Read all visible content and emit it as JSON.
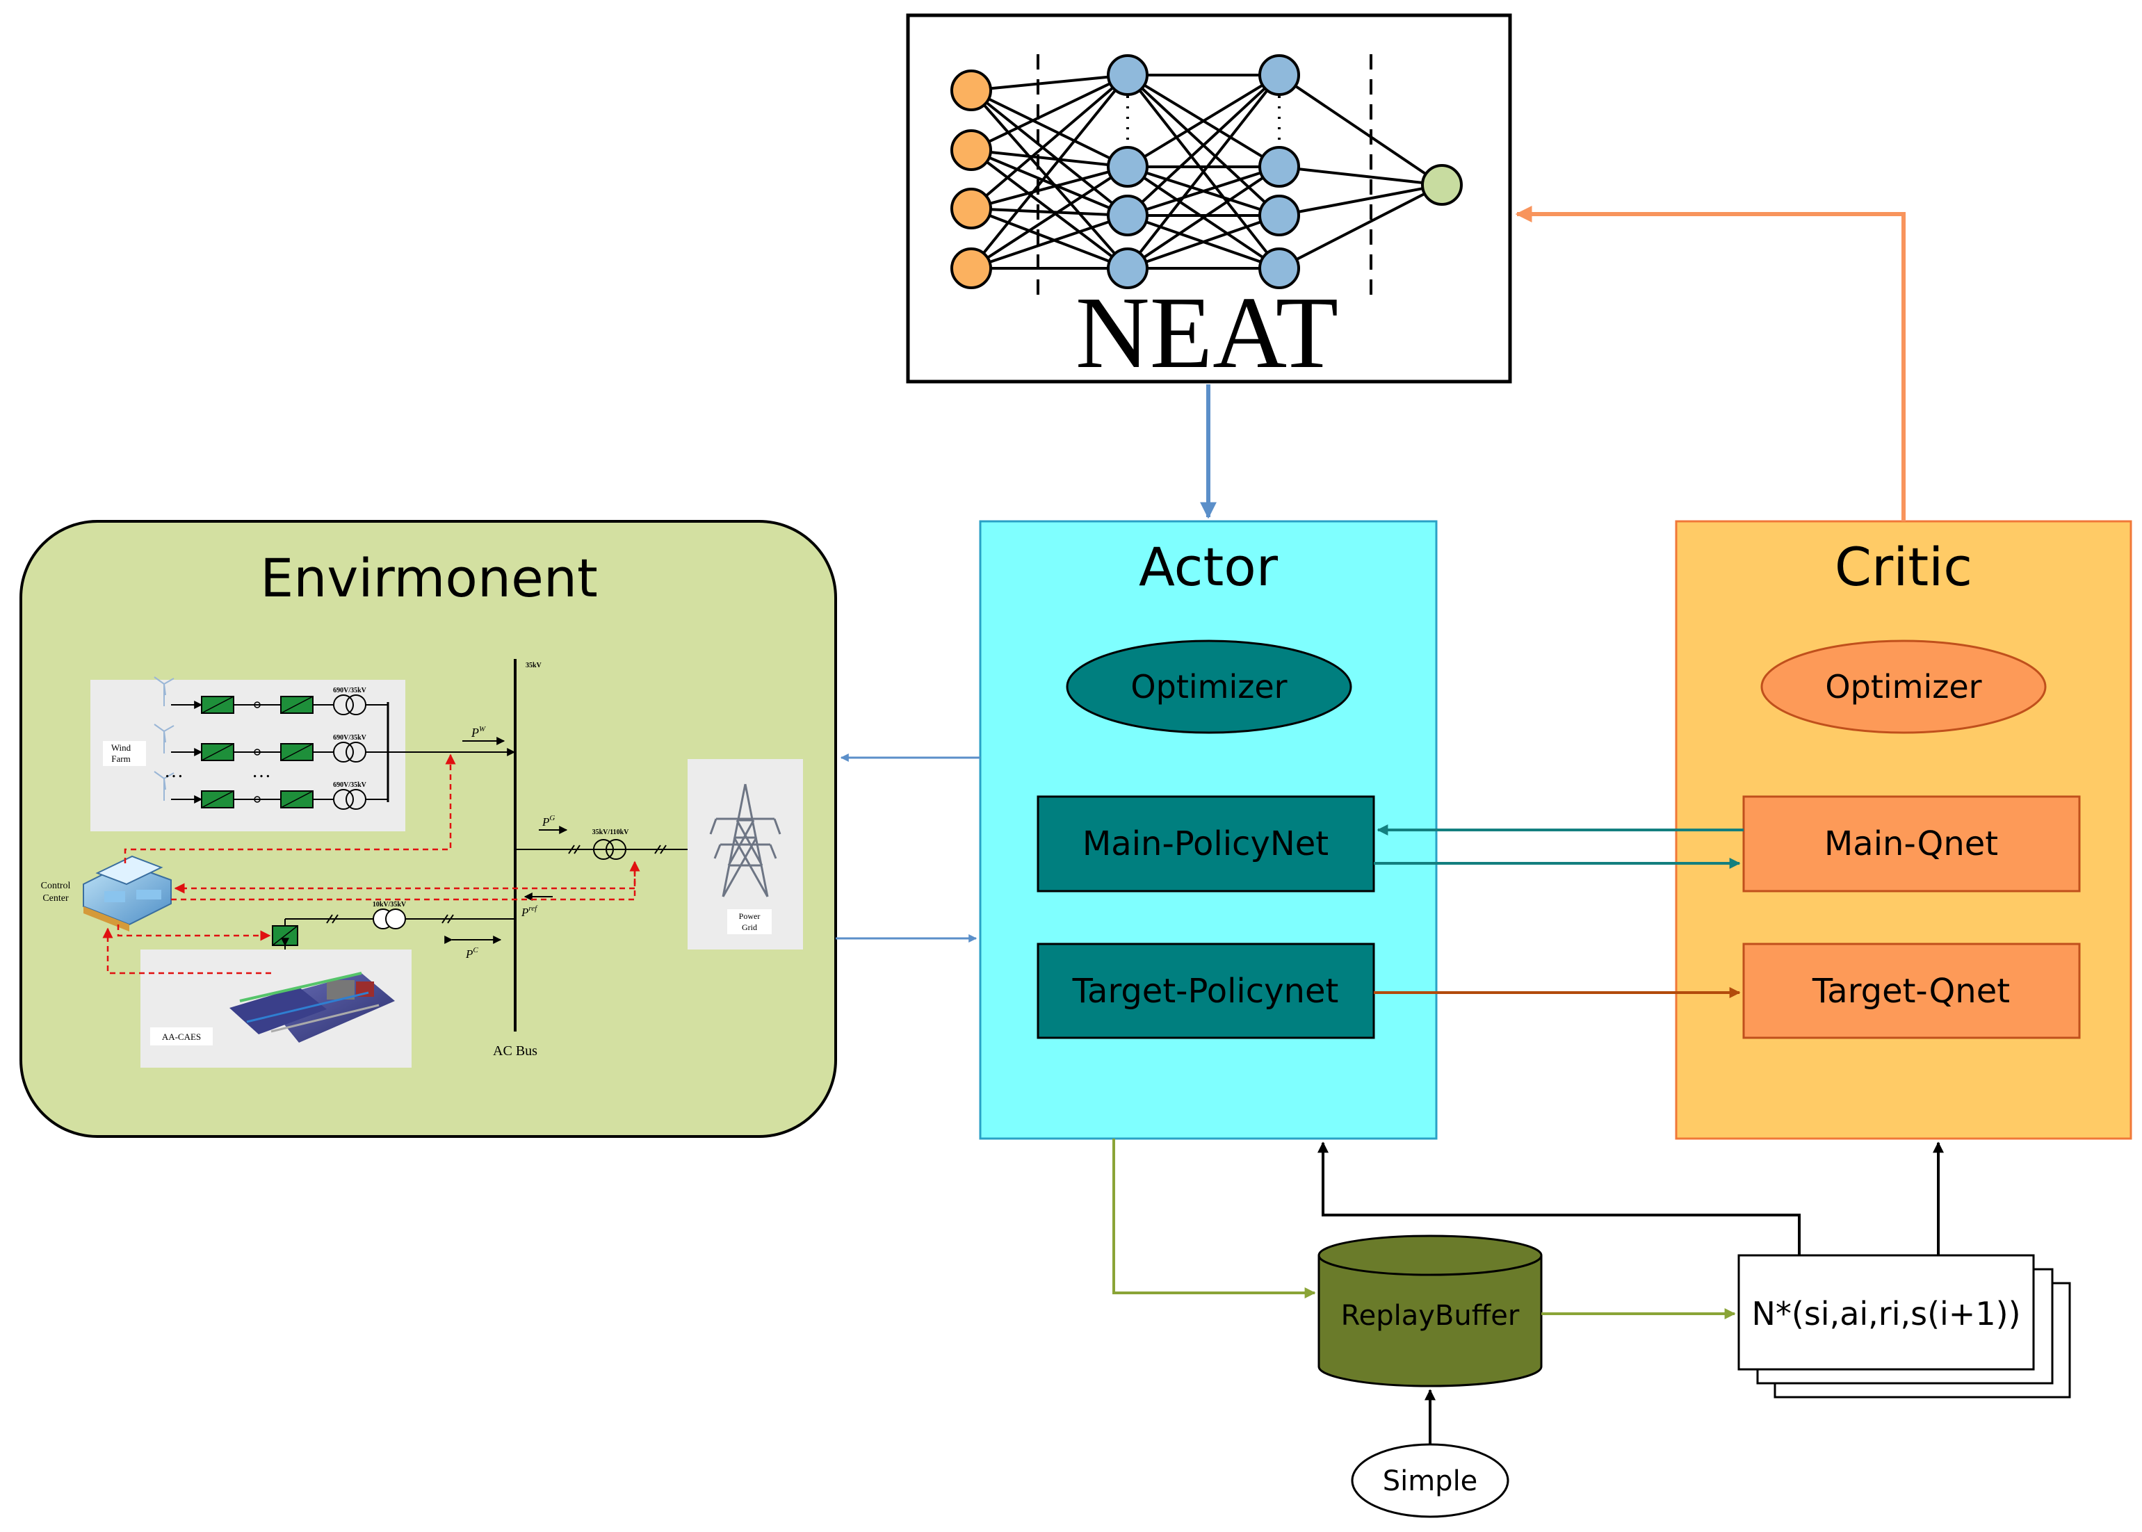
{
  "neat": {
    "title": "NEAT"
  },
  "environment": {
    "title": "Envirmonent",
    "wind_farm": {
      "label_line1": "Wind",
      "label_line2": "Farm",
      "ellipsis_left": "…",
      "ellipsis_mid": "…"
    },
    "control_center": {
      "label_line1": "Control",
      "label_line2": "Center"
    },
    "aacaes": {
      "label": "AA-CAES"
    },
    "power_grid": {
      "label_line1": "Power",
      "label_line2": "Grid"
    },
    "ac_bus": {
      "label": "AC Bus",
      "voltage": "35kV"
    },
    "transformer_labels": {
      "wind1": "690V/35kV",
      "wind2": "690V/35kV",
      "wind3": "690V/35kV",
      "grid": "35kV/110kV",
      "caes": "10kV/35kV"
    },
    "power_labels": {
      "pw": "P",
      "pw_sup": "W",
      "pg": "P",
      "pg_sup": "G",
      "pref": "P",
      "pref_sup": "ref",
      "pc": "P",
      "pc_sup": "C"
    }
  },
  "actor": {
    "title": "Actor",
    "optimizer": "Optimizer",
    "main_policy": "Main-PolicyNet",
    "target_policy": "Target-Policynet"
  },
  "critic": {
    "title": "Critic",
    "optimizer": "Optimizer",
    "main_q": "Main-Qnet",
    "target_q": "Target-Qnet"
  },
  "replay_buffer": {
    "label": "ReplayBuffer"
  },
  "sample": {
    "label": "Simple"
  },
  "minibatch": {
    "label": "N*(si,ai,ri,s(i+1))"
  },
  "colors": {
    "env_fill": "#d3e0a1",
    "actor_fill": "#7fffff",
    "actor_border": "#2aa1c6",
    "critic_fill": "#ffcb66",
    "critic_border": "#f07838",
    "teal_box": "#007f7f",
    "orange_box": "#fd9a58",
    "olive": "#6a7b2a",
    "blue_arrow": "#5b8fc9",
    "orange_arrow": "#f8945c",
    "green_arrow": "#8aa437",
    "teal_arrow": "#137f7f",
    "brown_arrow": "#b24b0c",
    "node_input": "#fbb15f",
    "node_hidden": "#8fb9db",
    "node_output": "#c8dca0"
  }
}
